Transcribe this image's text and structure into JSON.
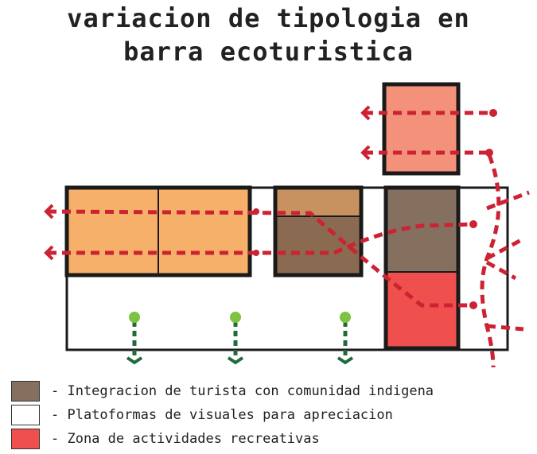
{
  "title": {
    "line1": "variacion de tipologia en",
    "line2": "barra ecoturistica"
  },
  "colors": {
    "outline": "#1a1a1a",
    "light_orange": "#f6b06a",
    "tan": "#c89260",
    "brown": "#8a6a50",
    "gray_brown": "#857060",
    "salmon": "#f4917a",
    "red": "#ef4f4d",
    "dashed_red": "#cc2233",
    "green": "#1f6b3a",
    "green_node": "#7dc242"
  },
  "legend": [
    {
      "text": "- Integracion de turista con comunidad indigena",
      "color": "#857060"
    },
    {
      "text": "- Platoformas de visuales para apreciacion",
      "color": "#ffffff"
    },
    {
      "text": "- Zona de actividades recreativas",
      "color": "#ef4f4d"
    }
  ]
}
